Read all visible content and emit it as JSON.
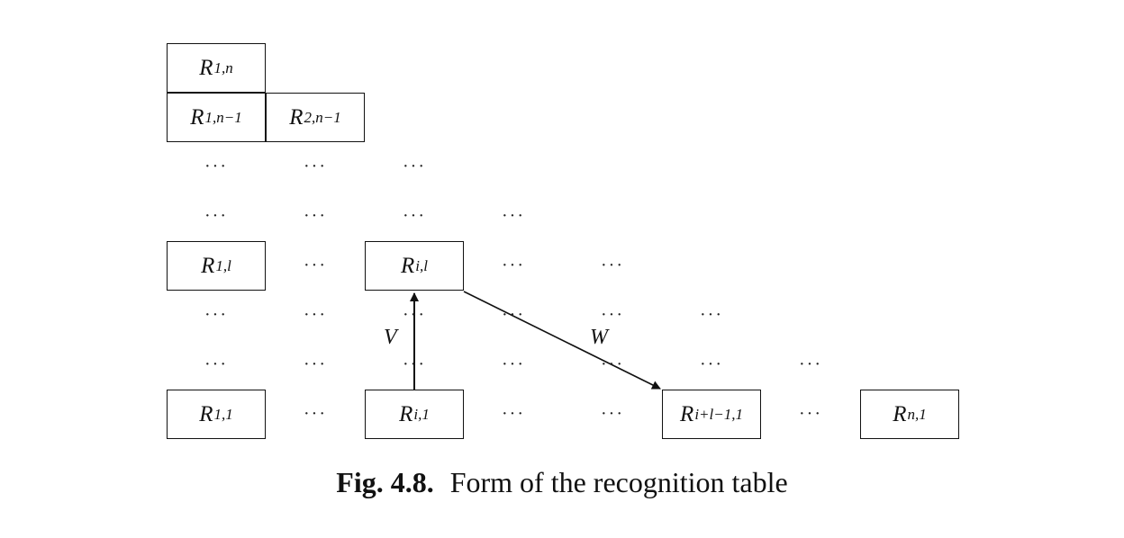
{
  "cells": [
    {
      "id": "r1n",
      "base": "R",
      "sub": "1,n"
    },
    {
      "id": "r1nm1",
      "base": "R",
      "sub": "1,n−1"
    },
    {
      "id": "r2nm1",
      "base": "R",
      "sub": "2,n−1"
    },
    {
      "id": "r1l",
      "base": "R",
      "sub": "1,l"
    },
    {
      "id": "ril",
      "base": "R",
      "sub": "i,l"
    },
    {
      "id": "r11",
      "base": "R",
      "sub": "1,1"
    },
    {
      "id": "ri1",
      "base": "R",
      "sub": "i,1"
    },
    {
      "id": "ril11",
      "base": "R",
      "sub": "i+l−1,1"
    },
    {
      "id": "rn1",
      "base": "R",
      "sub": "n,1"
    }
  ],
  "ellipsis": "···",
  "edges": {
    "v_label": "V",
    "w_label": "W"
  },
  "caption": {
    "number": "Fig. 4.8.",
    "text": "Form of the recognition table"
  }
}
